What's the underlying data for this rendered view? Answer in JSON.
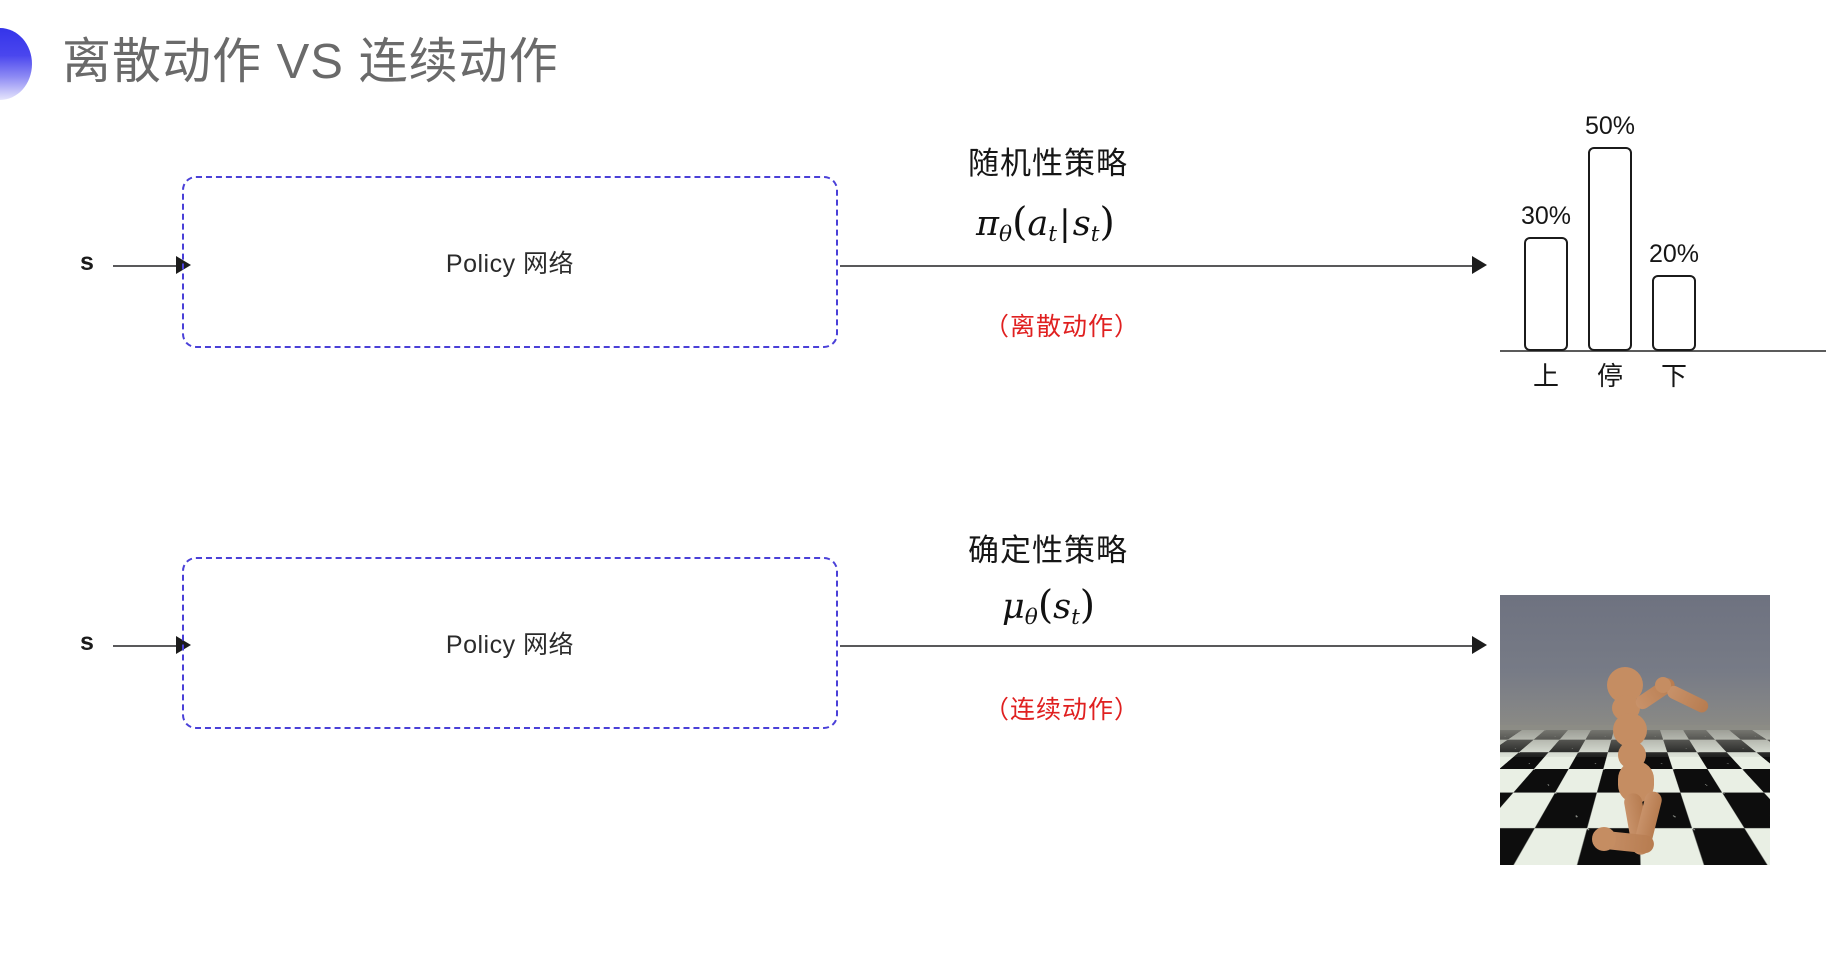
{
  "slide": {
    "title": "离散动作 VS 连续动作",
    "bullet_icon": "half-circle-gradient-icon",
    "accent_color": "#3434ea",
    "background_color": "#ffffff"
  },
  "rows": [
    {
      "id": "discrete",
      "input_label": "s",
      "box_label": "Policy 网络",
      "policy_kind": "随机性策略",
      "formula": {
        "fn": "π",
        "fn_sub": "θ",
        "open": "(",
        "arg1": "a",
        "arg1_sub": "t",
        "bar": "|",
        "arg2": "s",
        "arg2_sub": "t",
        "close": ")"
      },
      "note": "（离散动作）",
      "note_color": "#e02020",
      "output_type": "bar-chart"
    },
    {
      "id": "continuous",
      "input_label": "s",
      "box_label": "Policy 网络",
      "policy_kind": "确定性策略",
      "formula": {
        "fn": "μ",
        "fn_sub": "θ",
        "open": "(",
        "arg1": "s",
        "arg1_sub": "t",
        "bar": "",
        "arg2": "",
        "arg2_sub": "",
        "close": ")"
      },
      "note": "（连续动作）",
      "note_color": "#e02020",
      "output_type": "humanoid-simulation"
    }
  ],
  "chart_data": {
    "type": "bar",
    "title": "",
    "categories": [
      "上",
      "停",
      "下"
    ],
    "values": [
      30,
      50,
      20
    ],
    "value_labels": [
      "30%",
      "50%",
      "20%"
    ],
    "xlabel": "",
    "ylabel": "",
    "ylim": [
      0,
      60
    ],
    "grid": false,
    "legend": "none",
    "bar_fill": "#ffffff",
    "bar_stroke": "#1b1b1b"
  },
  "humanoid": {
    "caption": "",
    "scene": "mujoco-humanoid-checkerboard-floor",
    "sky_color": "#6e7280",
    "body_color": "#c58d62"
  }
}
